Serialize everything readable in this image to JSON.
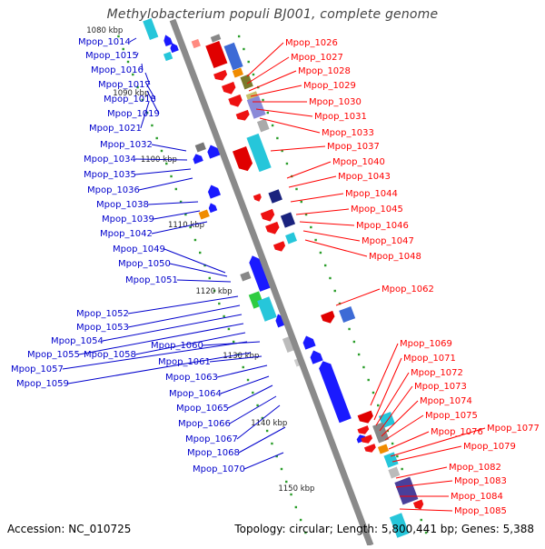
{
  "title": "Methylobacterium populi BJ001, complete genome",
  "footer": {
    "accession": "Accession: NC_010725",
    "topology": "Topology: circular; Length: 5,800,441 bp; Genes: 5,388"
  },
  "colors": {
    "forward_label": "#ff0000",
    "reverse_label": "#0000cc",
    "backbone": "#8a8a8a",
    "tick_dots": "#2a9d2a"
  },
  "kbp_labels": [
    "1080 kbp",
    "1090 kbp",
    "1100 kbp",
    "1110 kbp",
    "1120 kbp",
    "1130 kbp",
    "1140 kbp",
    "1150 kbp"
  ],
  "left_labels": [
    "Mpop_1014",
    "Mpop_1015",
    "Mpop_1016",
    "Mpop_1017",
    "Mpop_1018",
    "Mpop_1019",
    "Mpop_1021",
    "Mpop_1032",
    "Mpop_1034",
    "Mpop_1035",
    "Mpop_1036",
    "Mpop_1038",
    "Mpop_1039",
    "Mpop_1042",
    "Mpop_1049",
    "Mpop_1050",
    "Mpop_1051",
    "Mpop_1052",
    "Mpop_1053",
    "Mpop_1054",
    "Mpop_1055",
    "Mpop_1058",
    "Mpop_1057",
    "Mpop_1059",
    "Mpop_1060",
    "Mpop_1061",
    "Mpop_1063",
    "Mpop_1064",
    "Mpop_1065",
    "Mpop_1066",
    "Mpop_1067",
    "Mpop_1068",
    "Mpop_1070"
  ],
  "right_labels": [
    "Mpop_1026",
    "Mpop_1027",
    "Mpop_1028",
    "Mpop_1029",
    "Mpop_1030",
    "Mpop_1031",
    "Mpop_1033",
    "Mpop_1037",
    "Mpop_1040",
    "Mpop_1043",
    "Mpop_1044",
    "Mpop_1045",
    "Mpop_1046",
    "Mpop_1047",
    "Mpop_1048",
    "Mpop_1062",
    "Mpop_1069",
    "Mpop_1071",
    "Mpop_1072",
    "Mpop_1073",
    "Mpop_1074",
    "Mpop_1075",
    "Mpop_1076",
    "Mpop_1077",
    "Mpop_1079",
    "Mpop_1082",
    "Mpop_1083",
    "Mpop_1084",
    "Mpop_1085"
  ]
}
